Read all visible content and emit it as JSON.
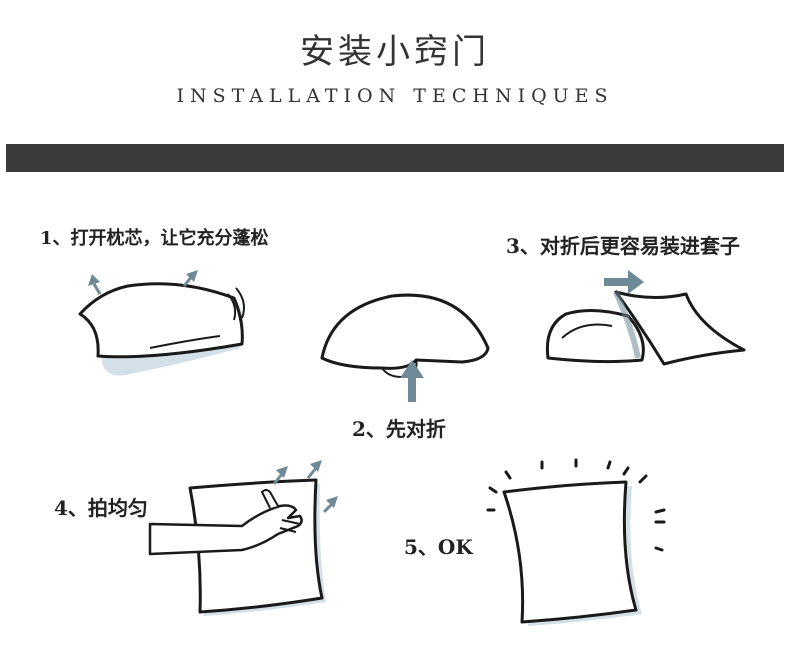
{
  "header": {
    "title": "安装小窍门",
    "subtitle": "INSTALLATION TECHNIQUES"
  },
  "steps": [
    {
      "label": "1、打开枕芯，让它充分蓬松"
    },
    {
      "label": "2、先对折"
    },
    {
      "label": "3、对折后更容易装进套子"
    },
    {
      "label": "4、拍均匀"
    },
    {
      "label": "5、OK"
    }
  ],
  "colors": {
    "bar": "#3b3b3b",
    "arrow": "#6f8a97",
    "line": "#1a1a1a",
    "shadow": "#d4e0e8"
  }
}
